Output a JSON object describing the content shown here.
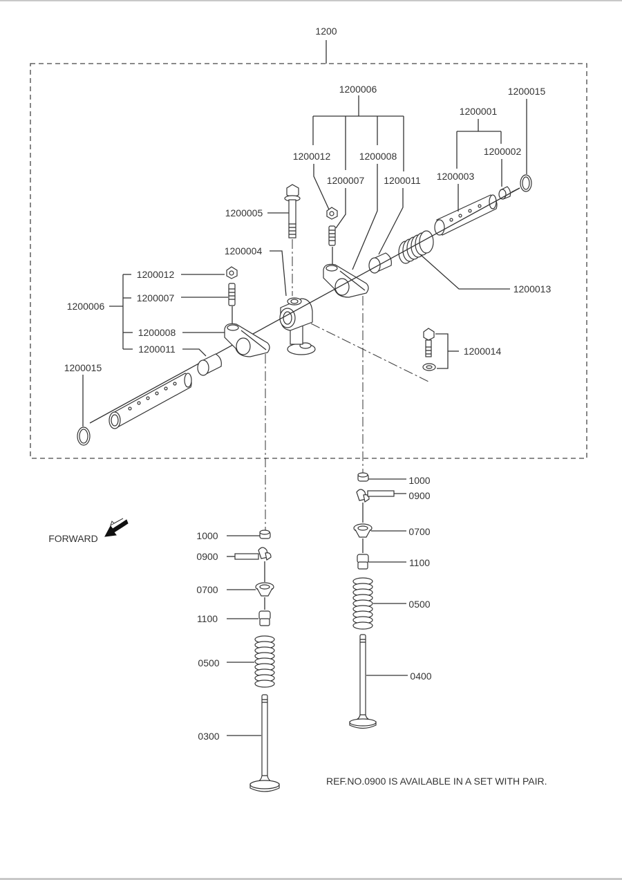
{
  "diagram": {
    "group_label": "1200",
    "direction_label": "FORWARD",
    "note": "REF.NO.0900 IS  AVAILABLE IN A SET WITH PAIR.",
    "callouts": {
      "top_1200006": "1200006",
      "top_1200012": "1200012",
      "top_1200007": "1200007",
      "top_1200008": "1200008",
      "top_1200011": "1200011",
      "c_1200005": "1200005",
      "c_1200004": "1200004",
      "c_1200001": "1200001",
      "c_1200002": "1200002",
      "c_1200003": "1200003",
      "top_1200015": "1200015",
      "c_1200013": "1200013",
      "c_1200014": "1200014",
      "left_1200006": "1200006",
      "left_1200012": "1200012",
      "left_1200007": "1200007",
      "left_1200008": "1200008",
      "left_1200011": "1200011",
      "left_1200015": "1200015"
    },
    "left_valve": {
      "c1000": "1000",
      "c0900": "0900",
      "c0700": "0700",
      "c1100": "1100",
      "c0500": "0500",
      "c0300": "0300"
    },
    "right_valve": {
      "c1000": "1000",
      "c0900": "0900",
      "c0700": "0700",
      "c1100": "1100",
      "c0500": "0500",
      "c0400": "0400"
    }
  }
}
